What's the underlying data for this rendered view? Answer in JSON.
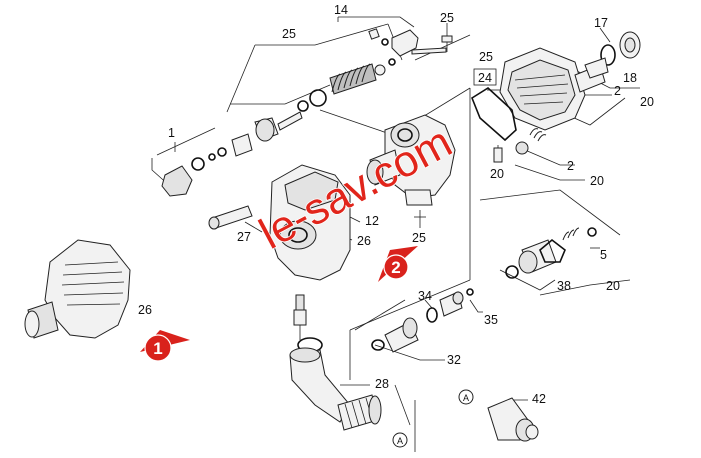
{
  "labels": {
    "l14": "14",
    "l25_top": "25",
    "l25_left": "25",
    "l17": "17",
    "l25_right": "25",
    "l24": "24",
    "l18": "18",
    "l2_a": "2",
    "l20_a": "20",
    "l1": "1",
    "l20_mid": "20",
    "l2_b": "2",
    "l20_b": "20",
    "l12": "12",
    "l26_mid": "26",
    "l27": "27",
    "l25_bottom": "25",
    "l5": "5",
    "l38": "38",
    "l20_c": "20",
    "l26_left": "26",
    "l34": "34",
    "l35": "35",
    "l32": "32",
    "l28": "28",
    "l42": "42"
  },
  "markers": {
    "badge1": "1",
    "badge2": "2",
    "circle_a1": "A",
    "circle_a2": "A"
  },
  "watermark": {
    "text": "le-sav.com",
    "color": "#e1251b"
  },
  "colors": {
    "badge": "#d9221c",
    "line": "#222222"
  }
}
